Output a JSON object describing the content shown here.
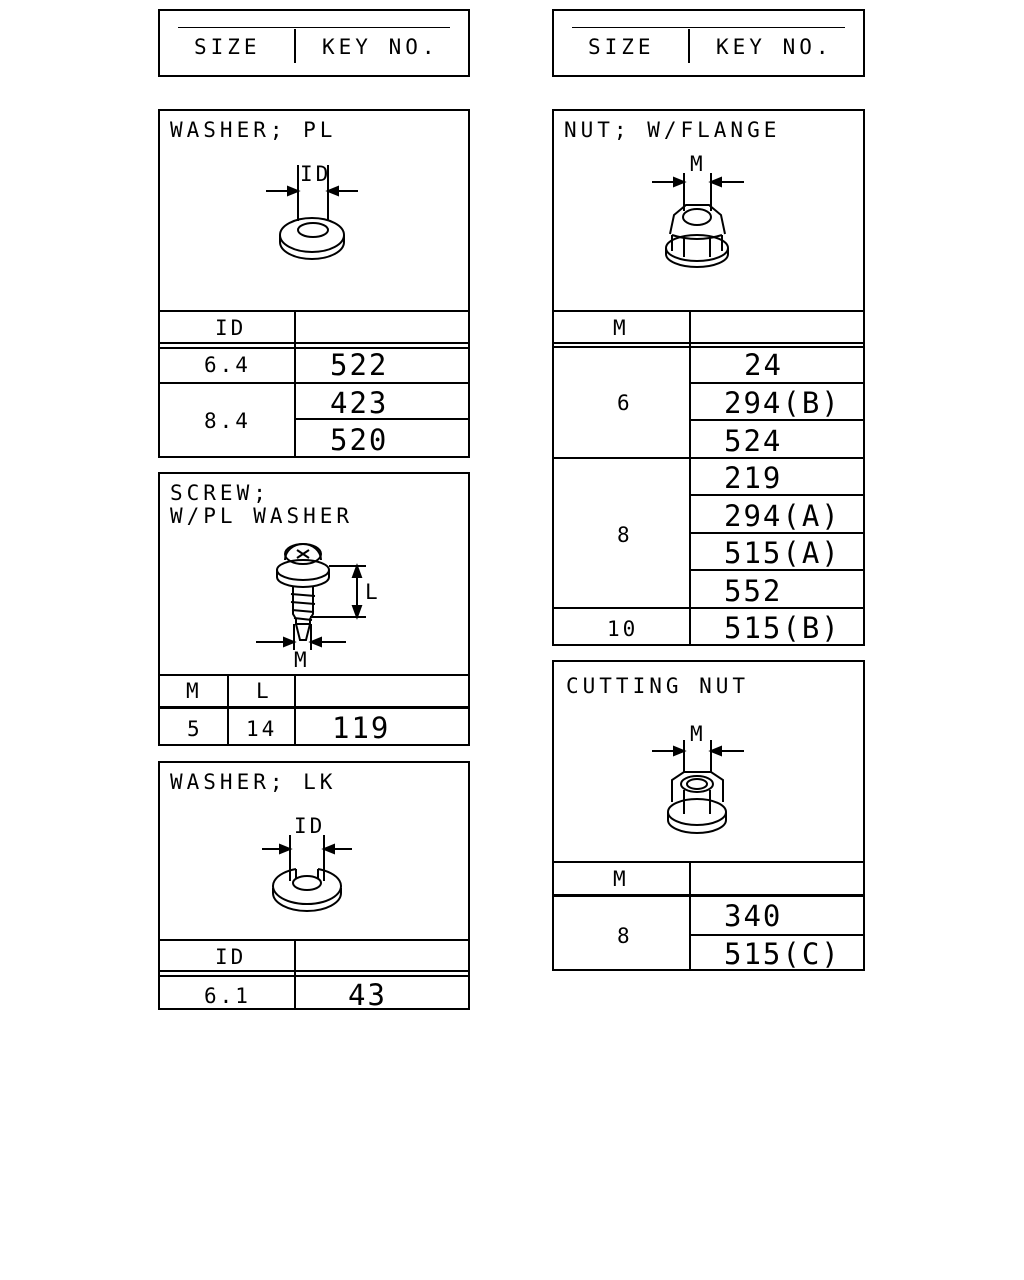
{
  "legend": {
    "size_label": "SIZE",
    "key_label": "KEY NO."
  },
  "washer_pl": {
    "title": "WASHER; PL",
    "dim_label": "ID",
    "col_label": "ID",
    "rows": [
      {
        "size": "6.4",
        "keys": [
          "522"
        ]
      },
      {
        "size": "8.4",
        "keys": [
          "423",
          "520"
        ]
      }
    ]
  },
  "screw": {
    "title_line1": "SCREW;",
    "title_line2": "W/PL WASHER",
    "dim_l": "L",
    "dim_m": "M",
    "col_m": "M",
    "col_l": "L",
    "rows": [
      {
        "m": "5",
        "l": "14",
        "key": "119"
      }
    ]
  },
  "washer_lk": {
    "title": "WASHER; LK",
    "dim_label": "ID",
    "col_label": "ID",
    "rows": [
      {
        "size": "6.1",
        "keys": [
          "43"
        ]
      }
    ]
  },
  "nut_flange": {
    "title": "NUT; W/FLANGE",
    "dim_label": "M",
    "col_label": "M",
    "rows": [
      {
        "size": "6",
        "keys": [
          "24",
          "294(B)",
          "524"
        ]
      },
      {
        "size": "8",
        "keys": [
          "219",
          "294(A)",
          "515(A)",
          "552"
        ]
      },
      {
        "size": "10",
        "keys": [
          "515(B)"
        ]
      }
    ]
  },
  "cutting_nut": {
    "title": "CUTTING NUT",
    "dim_label": "M",
    "col_label": "M",
    "rows": [
      {
        "size": "8",
        "keys": [
          "340",
          "515(C)"
        ]
      }
    ]
  }
}
